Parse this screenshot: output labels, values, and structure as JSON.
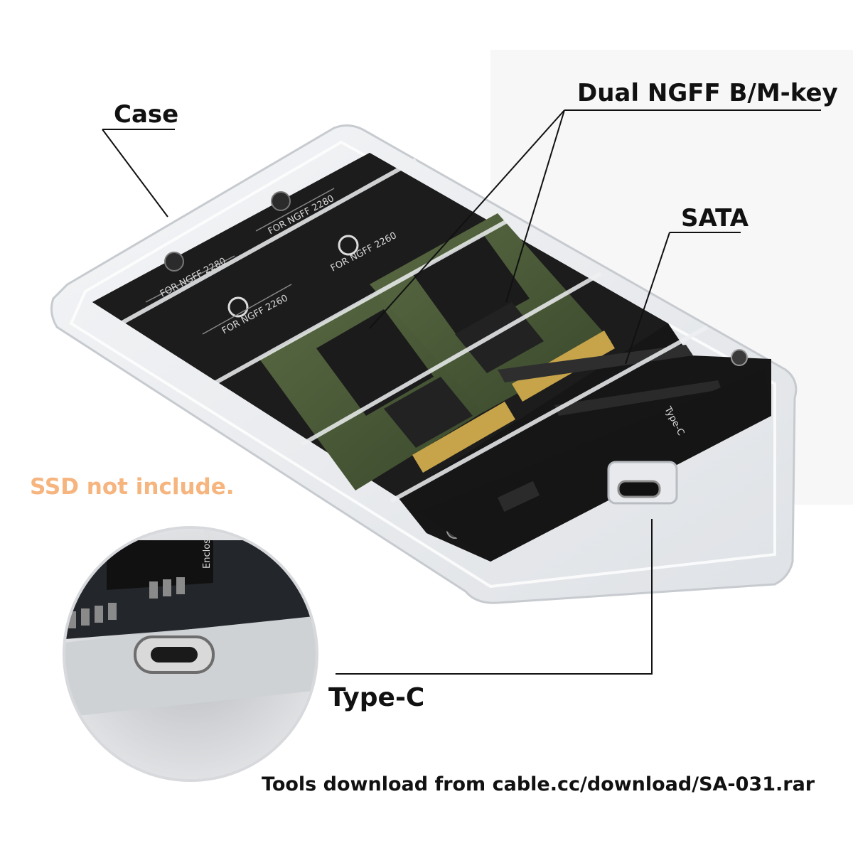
{
  "callouts": {
    "case": "Case",
    "dual_ngff": "Dual NGFF B/M-key",
    "sata": "SATA",
    "type_c": "Type-C"
  },
  "notice": "SSD not include.",
  "tools_note": "Tools download from cable.cc/download/SA-031.rar",
  "pcb_markings": {
    "slot_2280_a": "FOR NGFF 2280",
    "slot_2260_a": "FOR NGFF 2260",
    "slot_2280_b": "FOR NGFF 2280",
    "slot_2260_b": "FOR NGFF 2260",
    "port": "Type-C",
    "inset_enclosure": "Enclosure"
  },
  "colors": {
    "notice": "#f6b47e",
    "label": "#111111",
    "pcb": "#161616",
    "ssd_board": "#3f5a2e",
    "chip": "#1b1b1b"
  }
}
